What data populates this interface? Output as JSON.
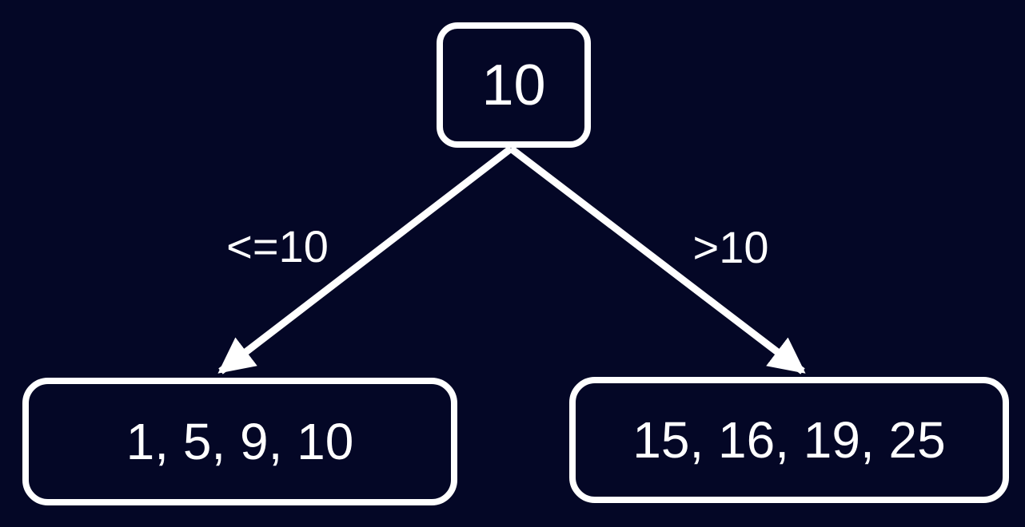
{
  "diagram": {
    "type": "binary-split-tree",
    "colors": {
      "background": "#040726",
      "stroke": "#ffffff",
      "text": "#ffffff"
    },
    "root": {
      "label": "10"
    },
    "children": [
      {
        "label": "1, 5, 9, 10",
        "edge_label": "<=10"
      },
      {
        "label": "15, 16, 19, 25",
        "edge_label": ">10"
      }
    ]
  }
}
